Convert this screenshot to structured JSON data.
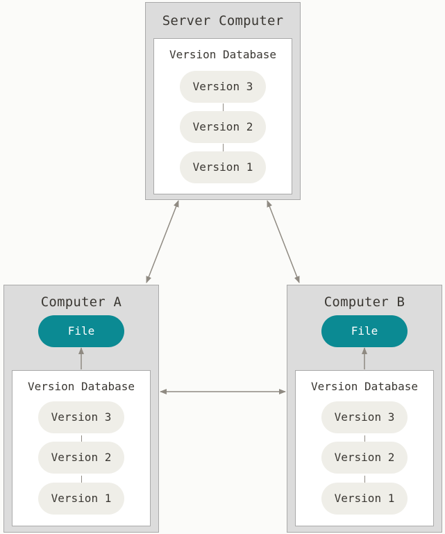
{
  "server": {
    "title": "Server Computer",
    "database": {
      "title": "Version Database",
      "versions": [
        "Version 3",
        "Version 2",
        "Version 1"
      ]
    }
  },
  "computer_a": {
    "title": "Computer A",
    "file": "File",
    "database": {
      "title": "Version Database",
      "versions": [
        "Version 3",
        "Version 2",
        "Version 1"
      ]
    }
  },
  "computer_b": {
    "title": "Computer B",
    "file": "File",
    "database": {
      "title": "Version Database",
      "versions": [
        "Version 3",
        "Version 2",
        "Version 1"
      ]
    }
  },
  "colors": {
    "computer_bg": "#dcdcdc",
    "border": "#a9a9a9",
    "version_bg": "#efeee8",
    "file_bg": "#0b8a93",
    "arrow": "#8f8a82"
  }
}
